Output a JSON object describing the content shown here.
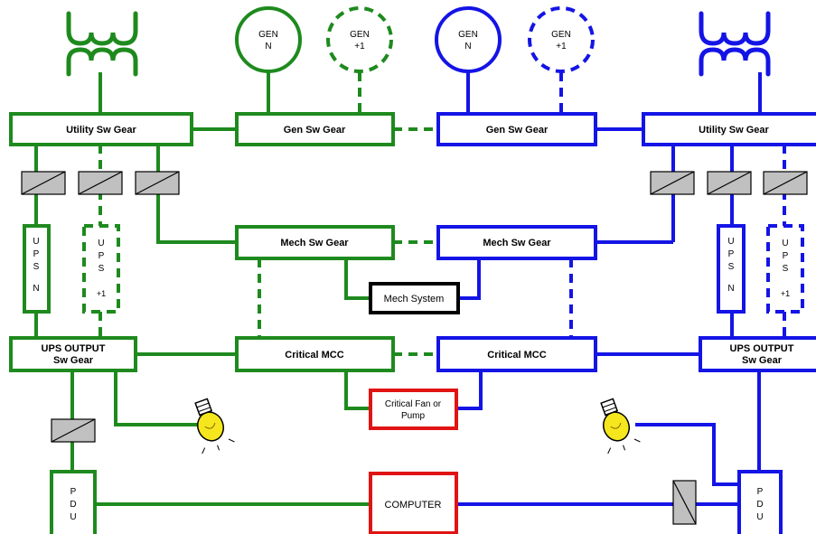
{
  "labels": {
    "gen_n": [
      "GEN",
      "N"
    ],
    "gen_plus1": [
      "GEN",
      "+1"
    ],
    "gen_sw_gear": "Gen Sw Gear",
    "utility_sw_gear": "Utility Sw Gear",
    "mech_sw_gear": "Mech Sw Gear",
    "mech_system": "Mech System",
    "critical_mcc": "Critical MCC",
    "critical_fan": [
      "Critical Fan or",
      "Pump"
    ],
    "ups_output": [
      "UPS OUTPUT",
      "Sw Gear"
    ],
    "ups_n": [
      "U",
      "P",
      "S",
      "N"
    ],
    "ups_plus1": [
      "U",
      "P",
      "S",
      "+1"
    ],
    "pdu": [
      "P",
      "D",
      "U"
    ],
    "computer": "COMPUTER"
  },
  "colors": {
    "side_a": "#1e8a1e",
    "side_b": "#1414e6",
    "critical_load": "#e01414",
    "mech_system": "#000000",
    "converter_fill": "#c0c0c0",
    "lamp": "#f5e61e"
  },
  "icons": [
    "transformer-icon",
    "converter-icon",
    "light-bulb-icon"
  ]
}
